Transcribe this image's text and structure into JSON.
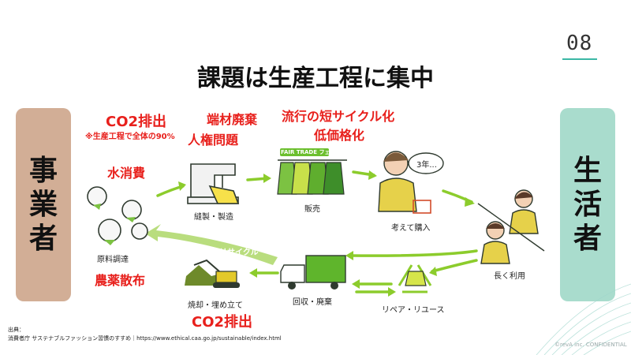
{
  "page_number": "08",
  "title": "課題は生産工程に集中",
  "left_box_chars": [
    "事",
    "業",
    "者"
  ],
  "right_box_chars": [
    "生",
    "活",
    "者"
  ],
  "issues": {
    "co2_top": "CO2排出",
    "co2_note": "※生産工程で全体の90%",
    "water": "水消費",
    "pesticide": "農薬散布",
    "waste_material": "端材廃棄",
    "human_rights": "人権問題",
    "fast_fashion": "流行の短サイクル化",
    "low_price": "低価格化",
    "co2_bottom": "CO2排出"
  },
  "stages": {
    "raw": "原料調達",
    "sewing": "縫製・製造",
    "sales": "販売",
    "buy": "考えて購入",
    "long_use": "長く利用",
    "collect": "回収・廃棄",
    "repair": "リペア・リユース",
    "burn": "焼却・埋め立て"
  },
  "fair_trade_tag": "FAIR TRADE フェア",
  "speech_bubble": "3年...",
  "recycle_label": "リサイクル",
  "source": {
    "line1": "出典：",
    "line2": "消費者庁 サステナブルファッション習慣のすすめ｜https://www.ethical.caa.go.jp/sustainable/index.html"
  },
  "confidential": "©revA inc. CONFIDENTIAL",
  "colors": {
    "green": "#8ccc2c",
    "red": "#e8201c",
    "left_box": "#d2ae96",
    "right_box": "#a9dccd",
    "accent": "#3bb7a5"
  }
}
